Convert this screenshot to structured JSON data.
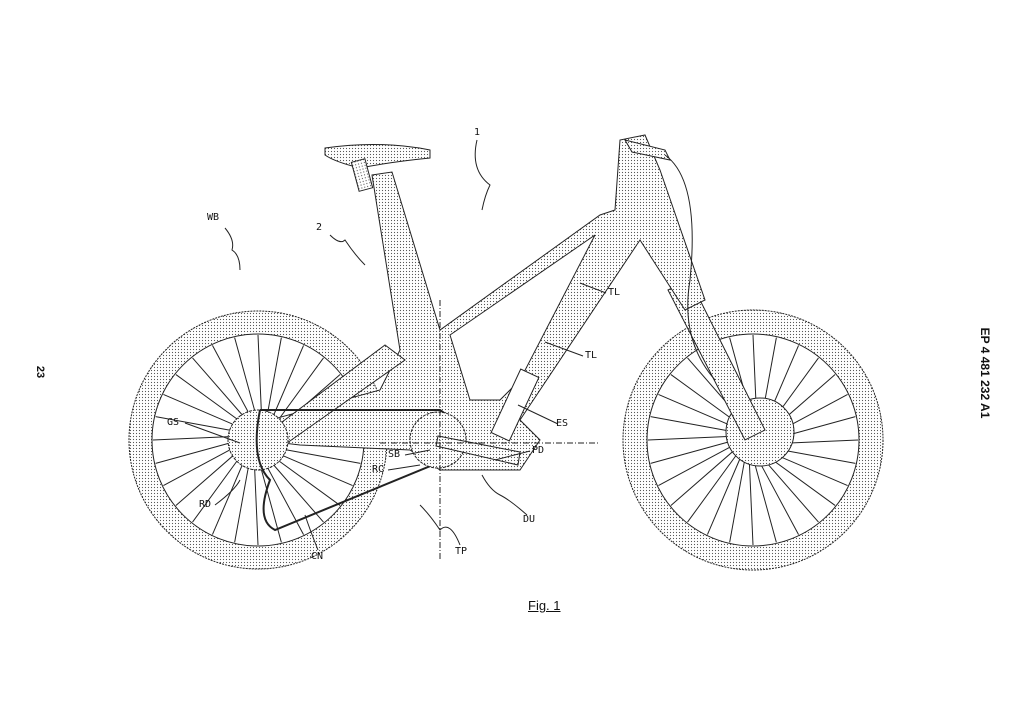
{
  "page": {
    "page_number": "23",
    "publication_number": "EP 4 481 232 A1",
    "figure_caption": "Fig. 1"
  },
  "reference_labels": {
    "bicycle": "1",
    "frame": "2",
    "wheelbase": "WB",
    "tube_upper": "TL",
    "tube_lower": "TL",
    "energy_storage": "ES",
    "gear_set": "GS",
    "sprocket_bolt": "SB",
    "pedal": "PD",
    "ring_chain": "RC",
    "rear_derailleur": "RD",
    "drive_unit": "DU",
    "chain": "CN",
    "transmission_plane": "TP"
  },
  "colors": {
    "ink": "#111111",
    "background": "#ffffff"
  }
}
